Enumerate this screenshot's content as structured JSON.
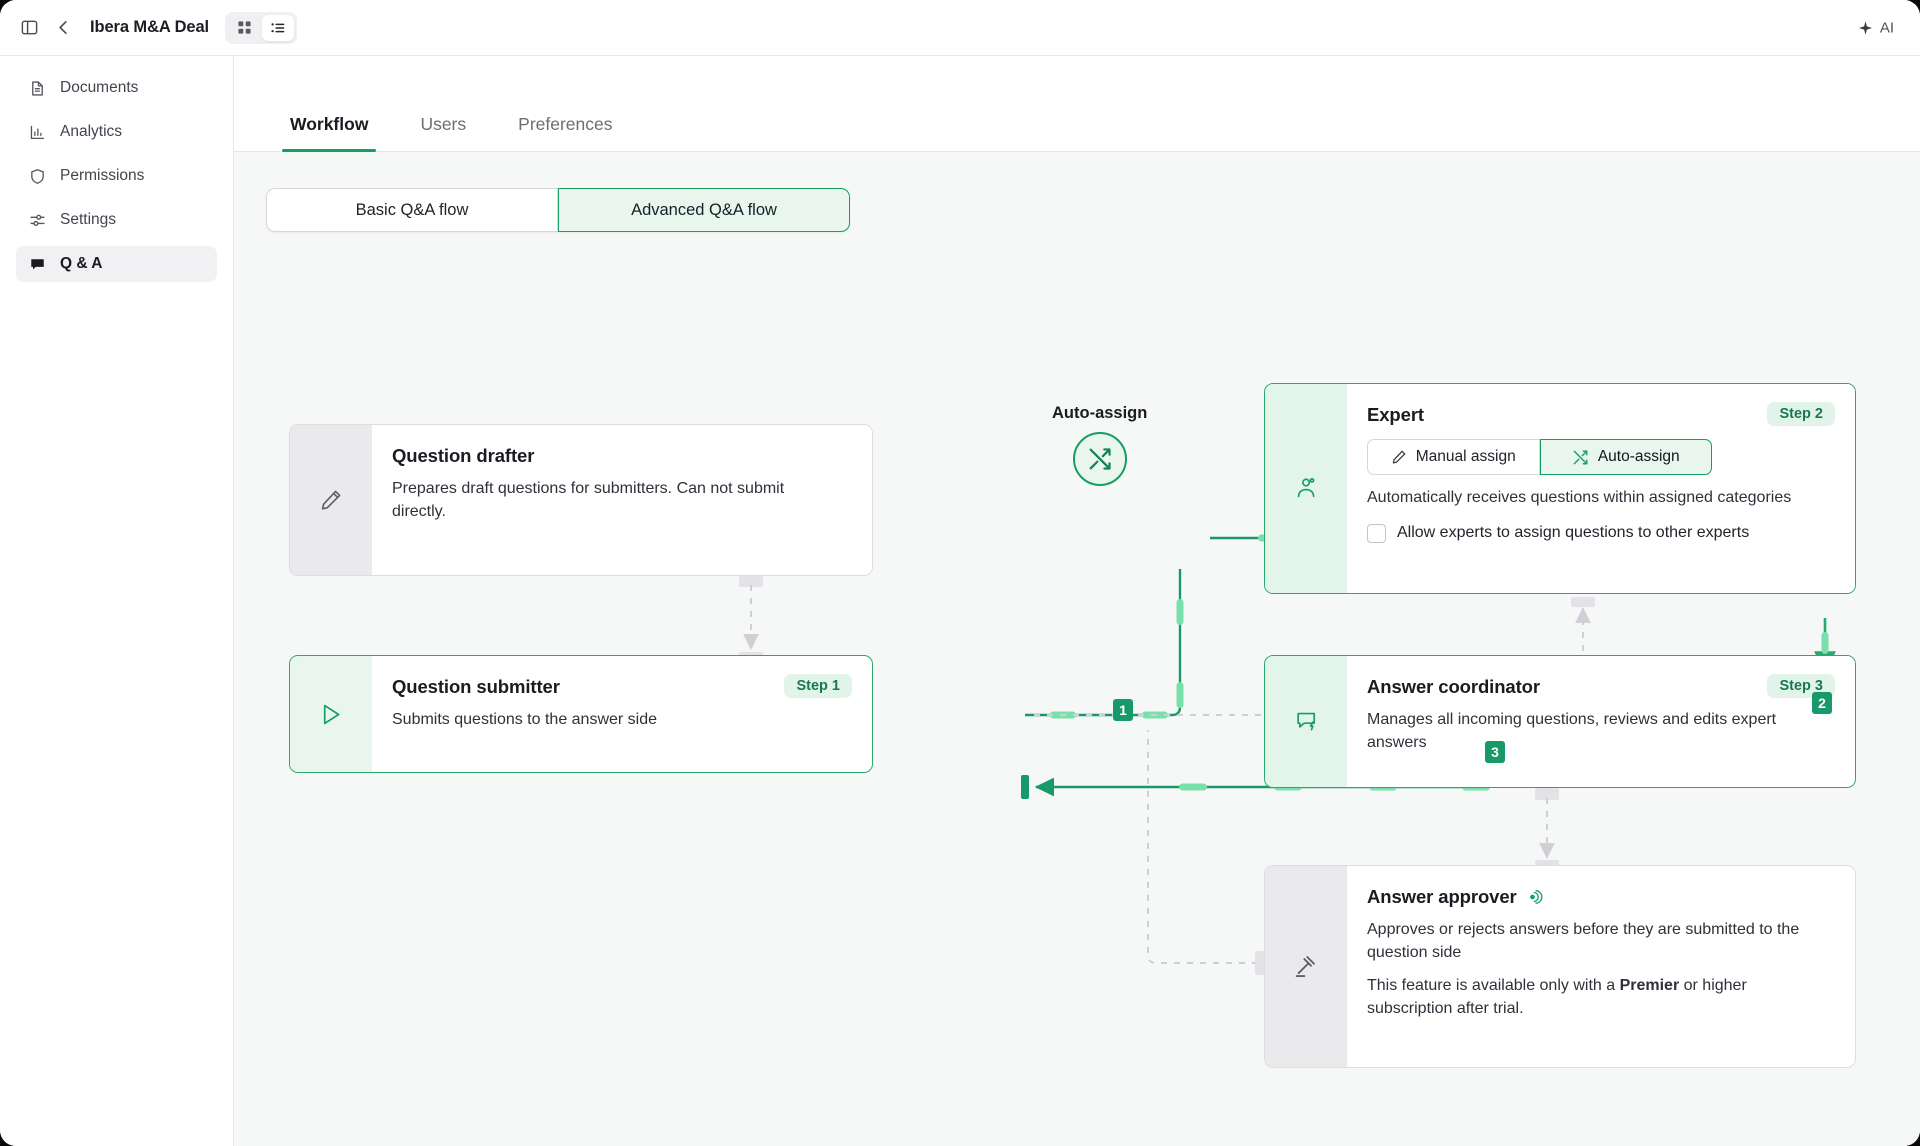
{
  "topbar": {
    "panel_icon": "sidebar-panel-icon",
    "back_icon": "chevron-left-icon",
    "title": "Ibera M&A Deal",
    "view_grid_icon": "grid-view-icon",
    "view_list_icon": "list-view-icon",
    "ai_label": "AI",
    "ai_icon": "sparkle-icon"
  },
  "sidebar": {
    "items": [
      {
        "label": "Documents",
        "icon": "document-icon",
        "active": false
      },
      {
        "label": "Analytics",
        "icon": "bar-chart-icon",
        "active": false
      },
      {
        "label": "Permissions",
        "icon": "shield-icon",
        "active": false
      },
      {
        "label": "Settings",
        "icon": "sliders-icon",
        "active": false
      },
      {
        "label": "Q & A",
        "icon": "chat-bubble-icon",
        "active": true
      }
    ]
  },
  "tabs": [
    {
      "label": "Workflow",
      "active": true
    },
    {
      "label": "Users",
      "active": false
    },
    {
      "label": "Preferences",
      "active": false
    }
  ],
  "flow_toggle": {
    "basic_label": "Basic Q&A flow",
    "advanced_label": "Advanced Q&A flow",
    "selected": "Advanced Q&A flow"
  },
  "auto_assign_node": {
    "label": "Auto-assign",
    "icon": "shuffle-icon"
  },
  "nodes": {
    "drafter": {
      "title": "Question drafter",
      "desc": "Prepares draft questions for submitters. Can not submit directly.",
      "icon": "pencil-icon",
      "step": ""
    },
    "submitter": {
      "title": "Question submitter",
      "desc": "Submits questions to the answer side",
      "icon": "send-arrow-icon",
      "step": "Step 1"
    },
    "expert": {
      "title": "Expert",
      "step": "Step 2",
      "icon": "user-gear-icon",
      "manual_assign_label": "Manual assign",
      "manual_assign_icon": "pencil-icon",
      "auto_assign_label": "Auto-assign",
      "auto_assign_icon": "shuffle-icon",
      "selected_assign": "Auto-assign",
      "desc": "Automatically receives questions within assigned categories",
      "checkbox_label": "Allow experts to assign questions to other experts",
      "checkbox_checked": false
    },
    "coordinator": {
      "title": "Answer coordinator",
      "step": "Step 3",
      "icon": "chat-bolt-icon",
      "desc": "Manages all incoming questions, reviews and edits expert answers"
    },
    "approver": {
      "title": "Answer approver",
      "badge_icon": "premium-swirl-icon",
      "icon": "gavel-icon",
      "desc": "Approves or rejects answers before they are submitted to the question side",
      "note_prefix": "This feature is available only with a ",
      "note_bold": "Premier",
      "note_suffix": " or higher subscription after trial."
    }
  },
  "edges": {
    "label_1": "1",
    "label_2": "2",
    "label_3": "3"
  },
  "colors": {
    "accent_green": "#179e63",
    "green_fill": "#e8f6ee",
    "edge_green": "#18996a",
    "edge_highlight": "#79e0aa",
    "inactive_grey": "#c9c9cf"
  }
}
